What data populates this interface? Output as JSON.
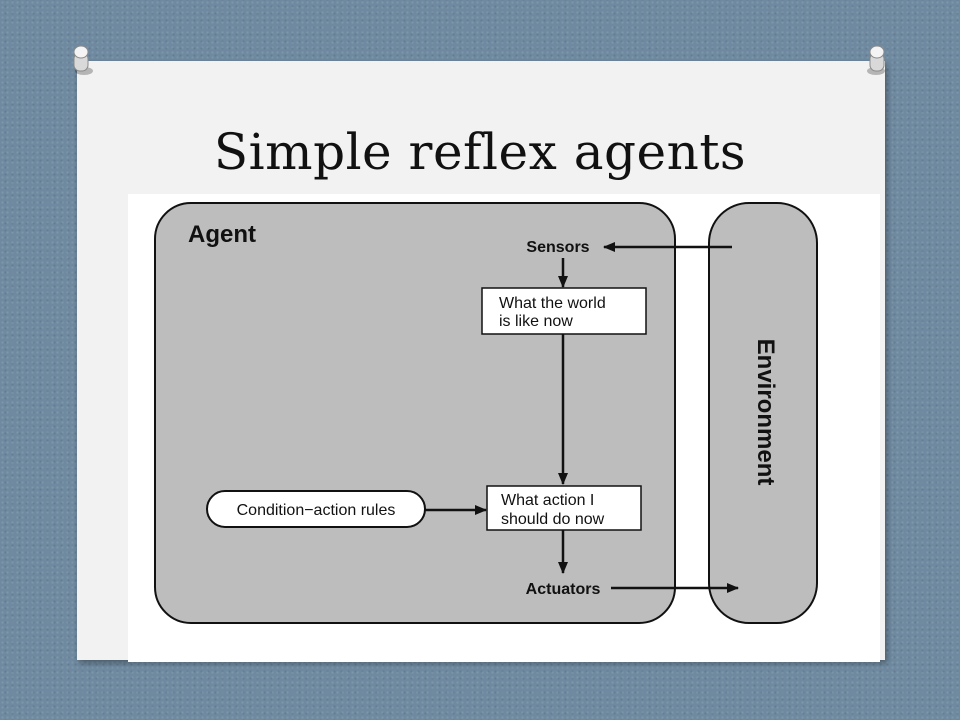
{
  "slide": {
    "title": "Simple reflex agents"
  },
  "diagram": {
    "agent_label": "Agent",
    "environment_label": "Environment",
    "sensors_label": "Sensors",
    "actuators_label": "Actuators",
    "world_box_line1": "What the world",
    "world_box_line2": "is like now",
    "action_box_line1": "What action I",
    "action_box_line2": "should do now",
    "rules_label": "Condition−action rules"
  },
  "colors": {
    "background": "#6f8aa0",
    "slide": "#f2f2f2",
    "region_fill": "#bdbdbd",
    "stroke": "#111111"
  }
}
